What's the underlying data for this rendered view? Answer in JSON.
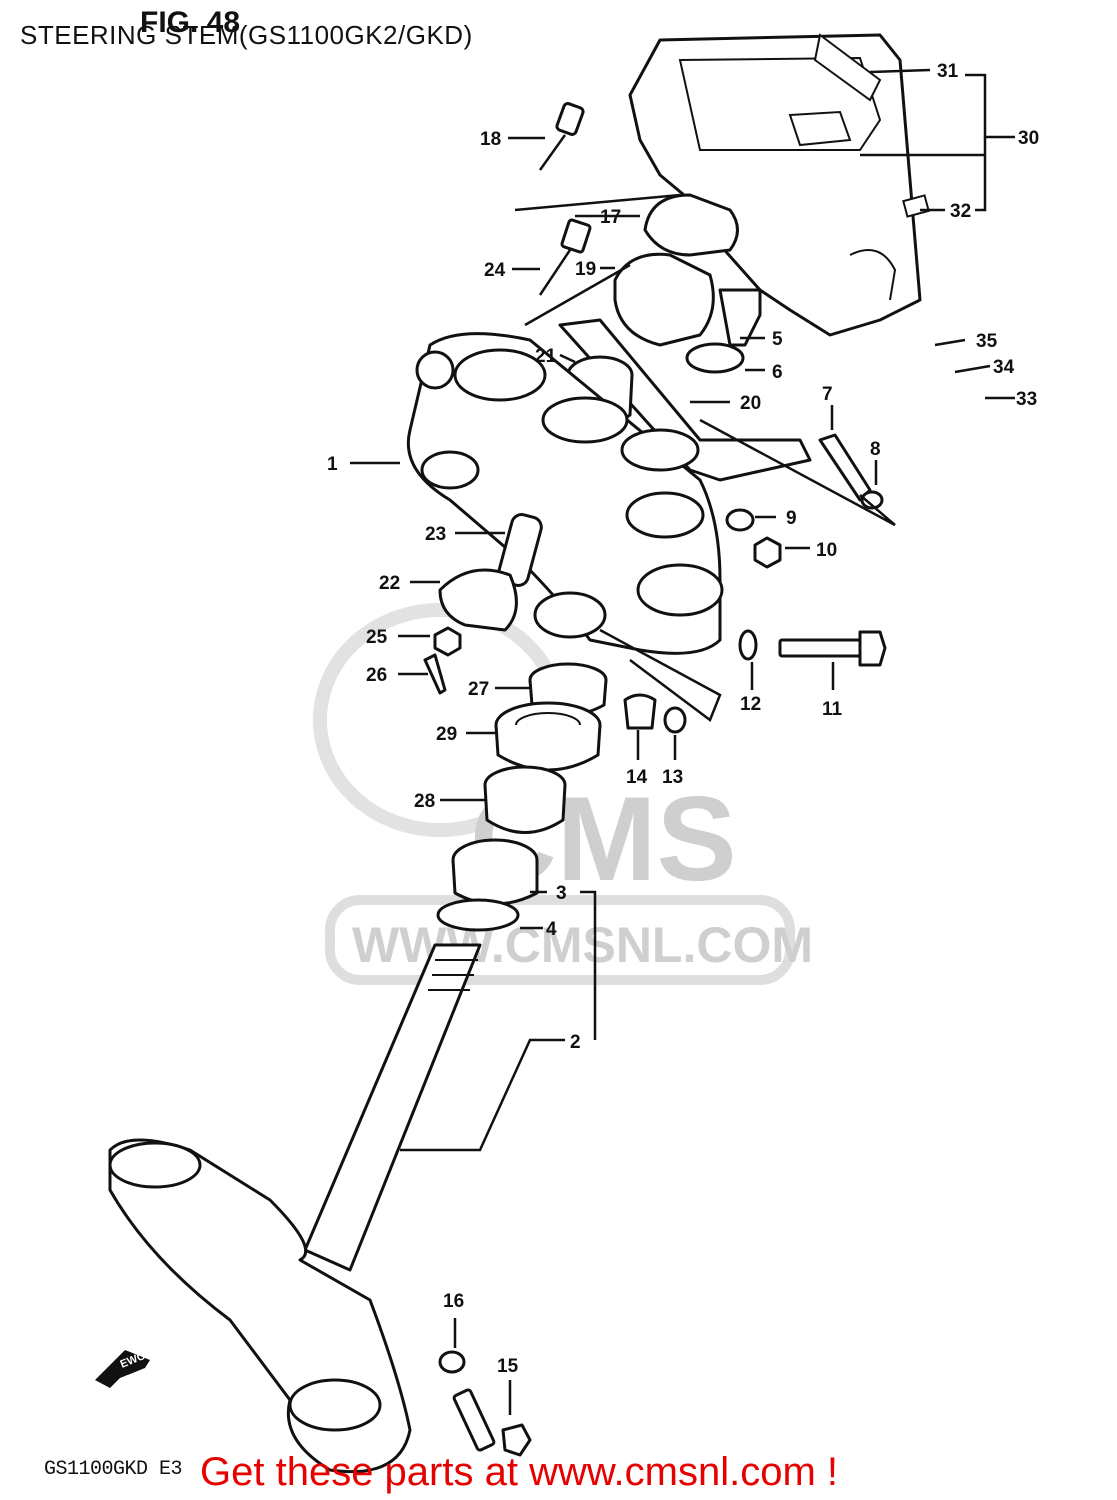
{
  "page": {
    "title": "STEERING STEM(GS1100GK2/GKD)",
    "fig_label": "FIG. 48",
    "footer_code": "GS1100GKD E3",
    "footer_link": "Get these parts at www.cmsnl.com !",
    "watermark_logo": "CMS",
    "watermark_url": "WWW.CMSNL.COM",
    "direction_badge": "EWC"
  },
  "callouts": [
    "1",
    "2",
    "3",
    "4",
    "5",
    "6",
    "7",
    "8",
    "9",
    "10",
    "11",
    "12",
    "13",
    "14",
    "15",
    "16",
    "17",
    "18",
    "19",
    "20",
    "21",
    "22",
    "23",
    "24",
    "25",
    "26",
    "27",
    "28",
    "29",
    "30",
    "31",
    "32",
    "33",
    "34",
    "35"
  ]
}
